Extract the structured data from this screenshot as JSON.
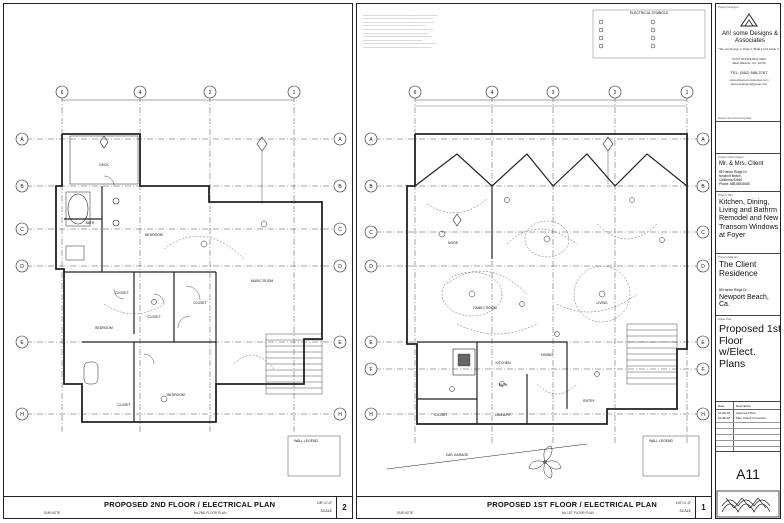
{
  "left_plan": {
    "title": "PROPOSED 2ND FLOOR / ELECTRICAL PLAN",
    "sub_left": "SUB NOTE",
    "sub_mid": "No.2ND FLOOR PLAN",
    "scale_label": "SCALE",
    "scale": "1/8\"=1'-0\"",
    "sheet_num": "2",
    "grid_top": [
      "6",
      "4",
      "2",
      "1"
    ],
    "grid_side": [
      "A",
      "B",
      "C",
      "D",
      "E",
      "H"
    ],
    "rooms": {
      "deck": "DECK",
      "bath": "BATH",
      "bedroom1": "BEDROOM",
      "bedroom2": "BEDROOM",
      "bedroom3": "BEDROOM",
      "closet1": "CLOSET",
      "closet2": "CLOSET",
      "closet3": "CLOSET",
      "closet4": "CLOSET",
      "music_room": "MUSIC ROOM"
    },
    "legend_title": "WALL LEGEND"
  },
  "right_plan": {
    "title": "PROPOSED 1ST FLOOR / ELECTRICAL PLAN",
    "sub_left": "SUB NOTE",
    "sub_mid": "No.1ST FLOOR PLAN",
    "scale_label": "SCALE",
    "scale": "1/4\"=1'-0\"",
    "sheet_num": "1",
    "grid_top": [
      "6",
      "4",
      "3",
      "2",
      "1"
    ],
    "grid_side": [
      "A",
      "B",
      "C",
      "D",
      "E",
      "F",
      "H"
    ],
    "rooms": {
      "nook": "NOOK",
      "family_room": "FAMILY ROOM",
      "living": "LIVING",
      "kitchen": "KITCHEN",
      "dining": "DINING",
      "laundry": "LAUNDRY",
      "closet": "CLOSET",
      "garage": "CAR GARAGE",
      "entry": "ENTRY",
      "bath": "BATH"
    },
    "electrical_symbols_title": "ELECTRICAL SYMBOLS",
    "legend_title": "WALL LEGEND"
  },
  "title_block": {
    "project_designer_label": "Project Designer:",
    "firm_name": "Ah! some Designs & Associates",
    "tagline": "\"We can Design it, Draw it, Build it and Settle it\"",
    "address1": "POST OFFICE BOX 0000",
    "address2": "SEAL BEACH, CA. 90740",
    "phone": "TEL: (562) 598-2767",
    "web1": "www.ahsomeconstruction.com",
    "web2": "ahsomedesigns@gmail.com",
    "structural_label": "Project Structural Engineer:",
    "owner_label": "Project Owner/Agent:",
    "client_name": "Mr. & Mrs. Client",
    "client_addr1": "88 Harbor Ridge Dr.",
    "client_addr2": "Newport Beach,",
    "client_addr3": "California 92660",
    "client_phone": "Phone: 888.888.8888",
    "project_title_label": "Project Title:",
    "project_title": "Kitchen, Dining, Living and Bathrm Remodel and New Transom Windows at Foyer",
    "project_address_label": "Project Address:",
    "residence": "The Client Residence",
    "street": "88 Harbor Ridge Dr.",
    "city": "Newport Beach, Ca.",
    "sheet_title_label": "Sheet Title:",
    "sheet_title": "Proposed 1st Floor w/Elect. Plans",
    "rev_date_label": "Date",
    "rev_desc_label": "Description",
    "revisions": [
      {
        "date": "10-08-18",
        "desc": "Approved Plan"
      },
      {
        "date": "10-08-18",
        "desc": "Plan Check Correction"
      }
    ],
    "sheet_number": "A11"
  }
}
